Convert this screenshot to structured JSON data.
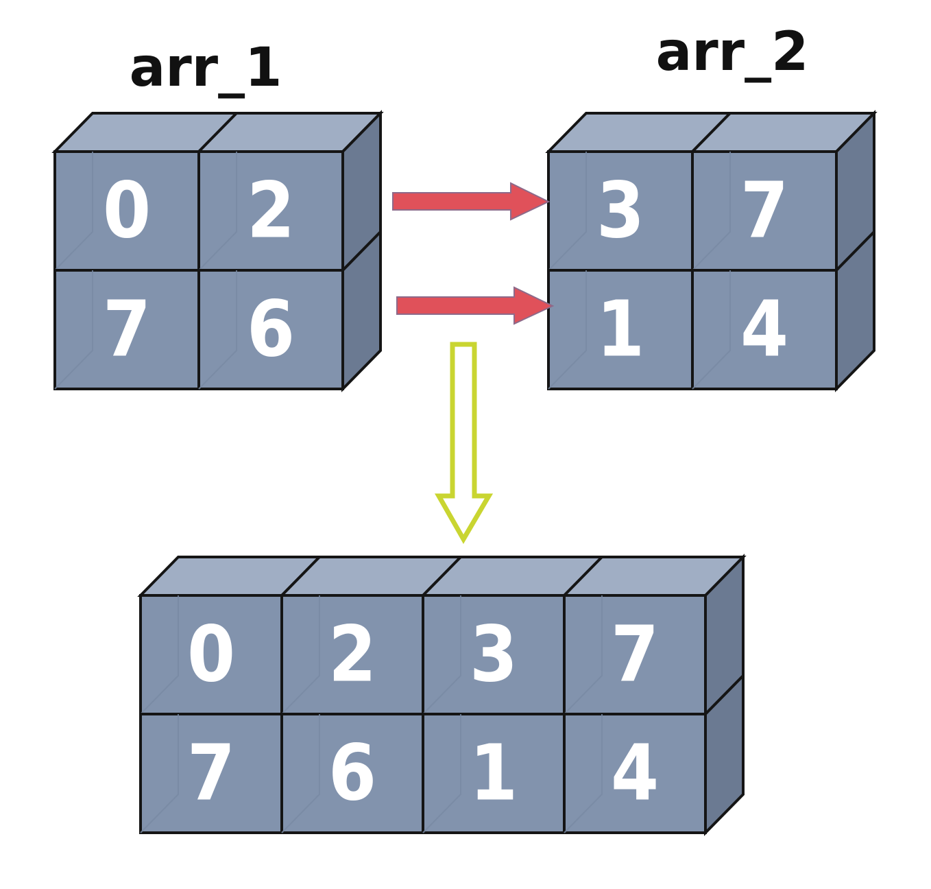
{
  "labels": {
    "array_1": "arr_1",
    "array_2": "arr_2"
  },
  "arrays": {
    "arr_1": [
      [
        "0",
        "2"
      ],
      [
        "7",
        "6"
      ]
    ],
    "arr_2": [
      [
        "3",
        "7"
      ],
      [
        "1",
        "4"
      ]
    ],
    "result": [
      [
        "0",
        "2",
        "3",
        "7"
      ],
      [
        "7",
        "6",
        "1",
        "4"
      ]
    ]
  },
  "colors": {
    "cube_front": "#8293ad",
    "cube_top": "#a0aec4",
    "cube_side": "#6b7a92",
    "cube_stroke": "#151515",
    "digit": "#ffffff",
    "arrow_red": "#e0515a",
    "arrow_red_stroke": "#8d6a8a",
    "arrow_green": "#c9d531"
  }
}
